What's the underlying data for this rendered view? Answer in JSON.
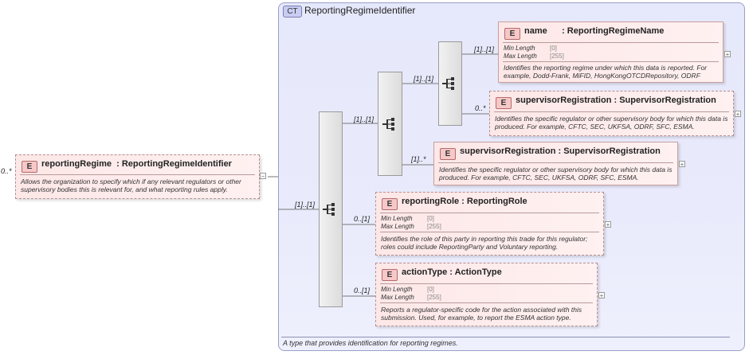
{
  "root": {
    "cardinality": "0..*",
    "badge": "E",
    "title": "reportingRegime  : ReportingRegimeIdentifier",
    "doc": "Allows the organization to specify which if any relevant regulators or other supervisory bodies this is relevant for, and what reporting rules apply.",
    "expander": "−"
  },
  "complex_type": {
    "badge": "CT",
    "name": "ReportingRegimeIdentifier",
    "doc": "A type that provides identification for reporting regimes."
  },
  "sequences": {
    "outer": {
      "cardinality": "[1]..[1]",
      "icon": "sequence-icon"
    },
    "middle": {
      "cardinality": "[1]..[1]",
      "icon": "sequence-icon"
    },
    "inner": {
      "cardinality": "[1]..[1]",
      "icon": "sequence-icon"
    }
  },
  "elements": {
    "name": {
      "badge": "E",
      "title": "name      : ReportingRegimeName",
      "cardinality": "[1]..[1]",
      "min_label": "Min Length",
      "min_value": "[0]",
      "max_label": "Max Length",
      "max_value": "[255]",
      "doc": "Identifies the reporting regime under which this data is reported. For example, Dodd-Frank, MiFID, HongKongOTCDRepository, ODRF",
      "expander": "+"
    },
    "supervisor_inner": {
      "badge": "E",
      "title": "supervisorRegistration : SupervisorRegistration",
      "cardinality": "0..*",
      "doc": "Identifies the specific regulator or other supervisory body for which this data is produced. For example, CFTC, SEC, UKFSA, ODRF, SFC, ESMA.",
      "expander": "+"
    },
    "supervisor_outer": {
      "badge": "E",
      "title": "supervisorRegistration : SupervisorRegistration",
      "cardinality": "[1]..*",
      "doc": "Identifies the specific regulator or other supervisory body for which this data is produced. For example, CFTC, SEC, UKFSA, ODRF, SFC, ESMA.",
      "expander": "+"
    },
    "reporting_role": {
      "badge": "E",
      "title": "reportingRole : ReportingRole",
      "cardinality": "0..[1]",
      "min_label": "Min Length",
      "min_value": "[0]",
      "max_label": "Max Length",
      "max_value": "[255]",
      "doc": "Identifies the role of this party in reporting this trade for this regulator; roles could include ReportingParty and Voluntary reporting.",
      "expander": "+"
    },
    "action_type": {
      "badge": "E",
      "title": "actionType : ActionType",
      "cardinality": "0..[1]",
      "min_label": "Min Length",
      "min_value": "[0]",
      "max_label": "Max Length",
      "max_value": "[255]",
      "doc": "Reports a regulator-specific code for the action associated with this submission. Used, for example, to report the ESMA action type.",
      "expander": "+"
    }
  }
}
